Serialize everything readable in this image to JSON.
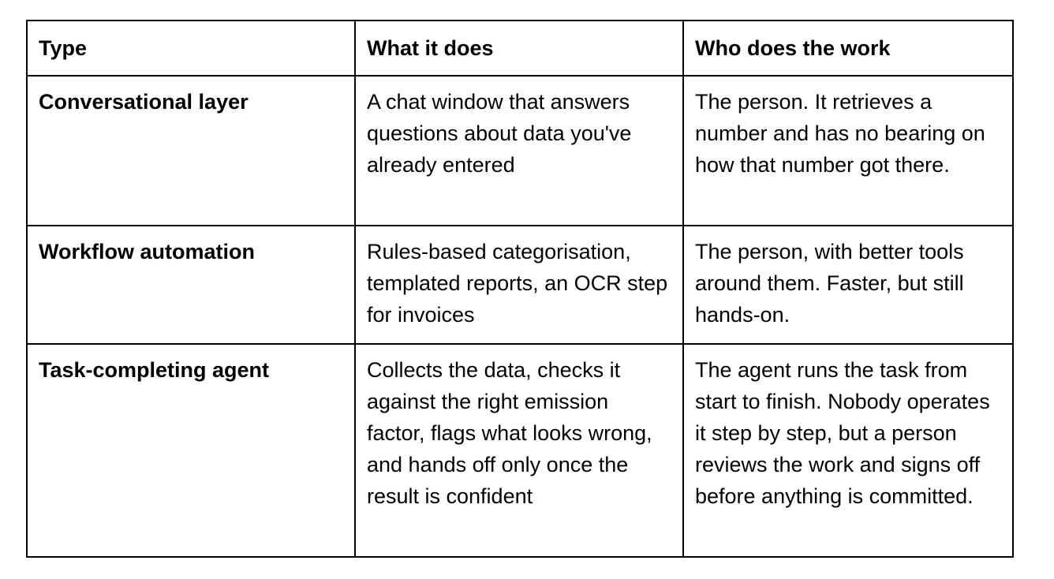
{
  "table": {
    "headers": [
      "Type",
      "What it does",
      "Who does the work"
    ],
    "rows": [
      {
        "type": "Conversational layer",
        "what": "A chat window that answers questions about data you've already entered",
        "who": "The person. It retrieves a number and has no bearing on how that number got there."
      },
      {
        "type": "Workflow automation",
        "what": "Rules-based categorisation, templated reports, an OCR step for invoices",
        "who": "The person, with better tools around them. Faster, but still hands-on."
      },
      {
        "type": "Task-completing agent",
        "what": "Collects the data, checks it against the right emission factor, flags what looks wrong, and hands off only once the result is confident",
        "who": "The agent runs the task from start to finish. Nobody operates it step by step, but a person reviews the work and signs off before anything is committed."
      }
    ]
  }
}
